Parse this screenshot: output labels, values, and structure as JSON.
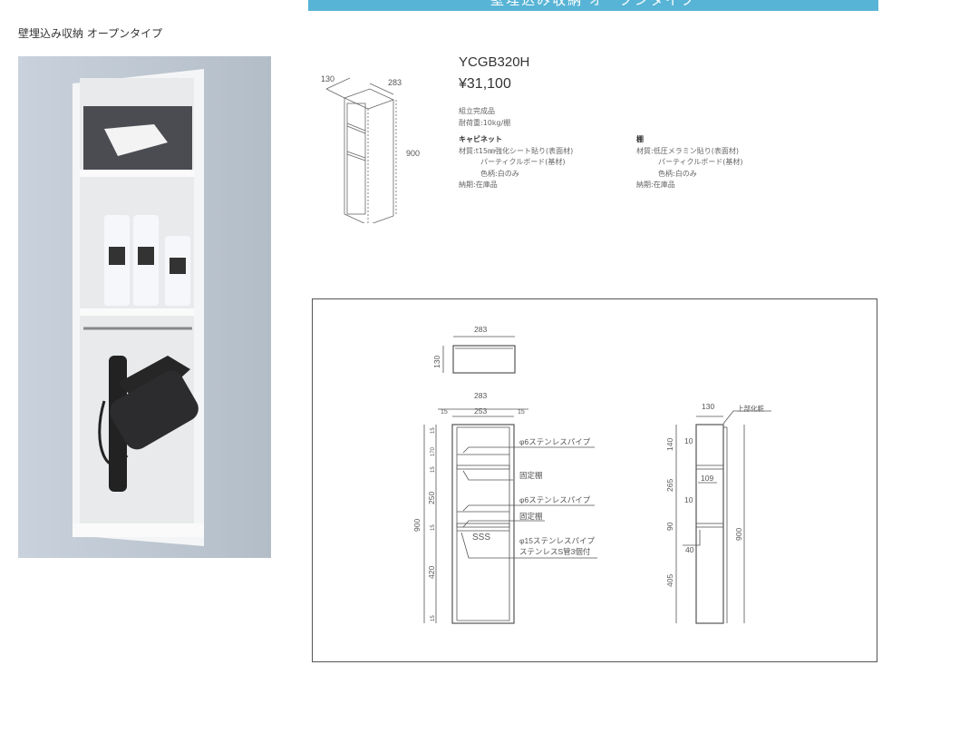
{
  "header": {
    "title": "壁埋込み収納 オープンタイプ"
  },
  "page_subtitle": "壁埋込み収納 オープンタイプ",
  "product": {
    "model": "YCGB320H",
    "price": "¥31,100",
    "notes": [
      "組立完成品",
      "耐荷重:10kg/棚"
    ],
    "cabinet": {
      "heading": "キャビネット",
      "material": "材質:t15㎜強化シート貼り(表面材)",
      "material2": "パーティクルボード(基材)",
      "color": "色柄:白のみ",
      "delivery": "納期:在庫品"
    },
    "shelf": {
      "heading": "棚",
      "material": "材質:低圧メラミン貼り(表面材)",
      "material2": "パーティクルボード(基材)",
      "color": "色柄:白のみ",
      "delivery": "納期:在庫品"
    }
  },
  "iso_dims": {
    "depth": "130",
    "width": "283",
    "height": "900"
  },
  "drawing": {
    "top_view": {
      "width": "283",
      "depth": "130"
    },
    "front_view": {
      "width": "283",
      "side_left": "15",
      "inner": "253",
      "side_right": "15",
      "total": "900",
      "segments": [
        "15",
        "170",
        "15",
        "250",
        "15",
        "420",
        "15"
      ],
      "labels": [
        "φ6ステンレスパイプ",
        "固定棚",
        "φ6ステンレスパイプ",
        "固定棚",
        "φ15ステンレスパイプ",
        "ステンレスS管3個付"
      ],
      "hooks": "SSS"
    },
    "side_view": {
      "depth": "130",
      "top_label": "上部化粧",
      "total": "900",
      "segments": [
        "140",
        "265",
        "90",
        "405"
      ],
      "inner": [
        "10",
        "109",
        "10",
        "40"
      ]
    }
  }
}
